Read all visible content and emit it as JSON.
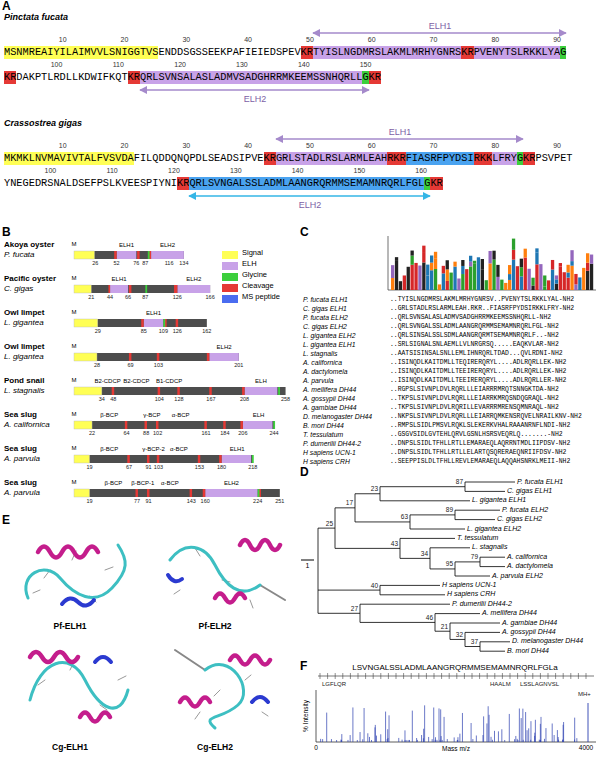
{
  "diagram": {
    "labels": [
      "A",
      "Pinctata fucata",
      "ELH1",
      "10",
      "20",
      "30",
      "40",
      "50",
      "60",
      "70",
      "80",
      "90",
      "MSNMREAIYILAIMVVLSNIGGTVS",
      "ENDDSGSSEEKPAFIEIEDSPEV",
      "KR",
      "TYISLNGDMRSLAKMLMRHYGNRS",
      "KR",
      "PVENYTSLRKKLYA",
      "G",
      "100",
      "110",
      "120",
      "130",
      "140",
      "150",
      "KR",
      "DAKPTLRDLLKDWIFKQT",
      "KR",
      "QRLSVNSALASLADMVSADGHRRMKEEMSSNHQRLL",
      "G",
      "KR",
      "ELH2",
      "Crassostrea gigas",
      "ELH1",
      "10",
      "20",
      "30",
      "40",
      "50",
      "60",
      "70",
      "80",
      "90",
      "MKMKLNVMAVIVTALFVSVDA",
      "FILQDDQNQPDLSEADSIPVE",
      "KR",
      "GRLSTADLRSLARMLEAH",
      "RKR",
      "FIASRFPYDSI",
      "RKK",
      "LFRY",
      "G",
      "KR",
      "PSVPET",
      "100",
      "110",
      "120",
      "130",
      "140",
      "150",
      "160",
      "YNEGEDRSNALDSEFPSLKVEESPIYNI",
      "KR",
      "QRLSVNGALSSLADMLAANGRQRMMSEMAMNRQRLFGL",
      "G",
      "KR",
      "ELH2",
      "B",
      "Akoya oyster",
      "P. fucata",
      "M",
      "ELH1",
      "ELH2",
      "26",
      "52",
      "76",
      "87",
      "116",
      "134",
      "Pacific oyster",
      "C. gigas",
      "M",
      "ELH1",
      "ELH2",
      "21",
      "44",
      "66",
      "87",
      "126",
      "166",
      "Owl limpet",
      "L. gigantea",
      "M",
      "ELH1",
      "29",
      "85",
      "109",
      "126",
      "162",
      "Owl limpet",
      "L. gigantea",
      "M",
      "ELH2",
      "28",
      "69",
      "103",
      "201",
      "Pond snail",
      "L. stagnalis",
      "M",
      "B2-CDCP",
      "B2-CDCP",
      "B1-CDCP",
      "ELH",
      "34",
      "48",
      "104",
      "128",
      "167",
      "208",
      "258",
      "Sea slug",
      "A. californica",
      "M",
      "β-BCP",
      "γ-BCP",
      "α-BCP",
      "ELH",
      "22",
      "64",
      "88",
      "102",
      "161",
      "184",
      "206",
      "244",
      "Sea slug",
      "A. parvula",
      "M",
      "β-BCP",
      "γ-BCP-2",
      "α-BCP",
      "ELH1",
      "19",
      "67",
      "91",
      "103",
      "153",
      "180",
      "218",
      "Sea slug",
      "A. parvula",
      "M",
      "β-BCP",
      "β-BCP-1",
      "α-BCP",
      "ELH2",
      "19",
      "77",
      "91",
      "143",
      "160",
      "224",
      "251",
      "C",
      "P. fucata ELH1",
      "..TYISLNGDMRSLAKMLMRHYGNRSV..PVENYTSLRKKLYAL-NH2",
      "C. gigas ELH1",
      "..GRLSTADLRSLARMLEAH.RKR..FIASRFPYDSIRKKLFRY-NH2",
      "P. fucata ELH2",
      "..QRLSVNSALASLADMVSADGHRRMKEEMSSNHQRLL-NH2",
      "C. gigas ELH2",
      "..QRLSVNGALSSLADMLAANGRQRMMSEMAMNRQRLFGL-NH2",
      "L. gigantea ELH2",
      "..QRLSINSALSSLSDMLAANGRQRMTSEMAMNRQRLF..-NH2",
      "L. gigantea ELH1",
      "..SRLSIGNALSNLAEMLLVLNRGRSQ.....EAQKVLAR-NH2",
      "L. stagnalis",
      "..AATSISINSALSNLLEMLIHNRQRLTDAD...QVLRDNI-NH2",
      "A. californica",
      "..ISINQDLKAITDMLLTEQIRERQRYL....ADLRQRLLEK-NH2",
      "A. dactylomela",
      "..ISINQDLKAITDMLLTEEIRERQRYL....ADLRQRLLEK-NH2",
      "A. parvula",
      "..ISINQDLKAITDMLLTEEIRERQRYL....ADLRQRLLER-NH2",
      "A. mellifera DH44",
      "..RGPSLSIVNPLDVLRQRLLLEIARRRMRQTSNNGKTDA-NH2",
      "A. gossypii DH44",
      "..TKPSLSIVNPLDVLRQRLLLEIARRKMRQSNDQGRAQL-NH2",
      "A. gambiae DH44",
      "..TKPSLSIVNPLDVLRQRILLEVARRRMRENSQMNRAQL-NH2",
      "D. melanogaster DH44",
      "..NKPSLSIVNPLDVLRQRLLLEIARRQMKENSRQVELNRAILKNV-NH2",
      "B. mori DH44",
      "..RMPSLSIDLPMSVLRQKLSLEKERKVHALRAAANRNFLNDI-NH2",
      "T. tessulatum",
      "..GSGVSIDLGVTEHLQRVLGSNLHSRSVEQRLQ.......-NH2",
      "P. dumerilii DH44-2",
      "..DNPSLSIDLTFHLLRTLLEMARAEQLAQRRNTMDLIIPDSV-NH2",
      "H sapiens UCN-1",
      "..DNPSLSIDLTFHLLRTLLELARTQSQRERAEQNRIIFDSV-NH2",
      "H sapiens CRH",
      "..SEEPPISLDLTFHLLREVLEMARAEQLAQQAHSNRKLMEII-NH2",
      "D",
      "P. fucata ELH1",
      "C. gigas ELH1",
      "L. gigantea ELH1",
      "P. fucata ELH2",
      "C. gigas ELH2",
      "L. gigantea ELH2",
      "T. tessulatum",
      "L. stagnalis",
      "A. californica",
      "A. dactylomela",
      "A. parvula ELH2",
      "H sapiens UCN-1",
      "H sapiens CRH",
      "P. dumerilii DH44-2",
      "A. mellifera DH44",
      "A. gambiae DH44",
      "A. gossypii DH44",
      "D. melanogaster DH44",
      "B. mori DH44",
      "87",
      "23",
      "17",
      "63",
      "89",
      "25",
      "43",
      "79",
      "34",
      "95",
      "40",
      "27",
      "46",
      "21",
      "32",
      "37",
      "1",
      "E",
      "Pf-ELH1",
      "Pf-ELH2",
      "Cg-ELH1",
      "Cg-ELH2",
      "F",
      "LSVNGALSSLADMLAANGRQRMMSEMAMNRQRLFGLa",
      "LGFLQR",
      "HAALM",
      "LSSLAGNVSL",
      "MH+",
      "% Intensity",
      "Mass m/z",
      "0",
      "4000"
    ],
    "legend": [
      {
        "text": "Signal",
        "color": "#ffff55"
      },
      {
        "text": "ELH",
        "color": "#c8a2e8"
      },
      {
        "text": "Glycine",
        "color": "#3ccf3c"
      },
      {
        "text": "Cleavage",
        "color": "#e53935"
      },
      {
        "text": "MS peptide",
        "color": "#4a6cf0"
      }
    ]
  }
}
